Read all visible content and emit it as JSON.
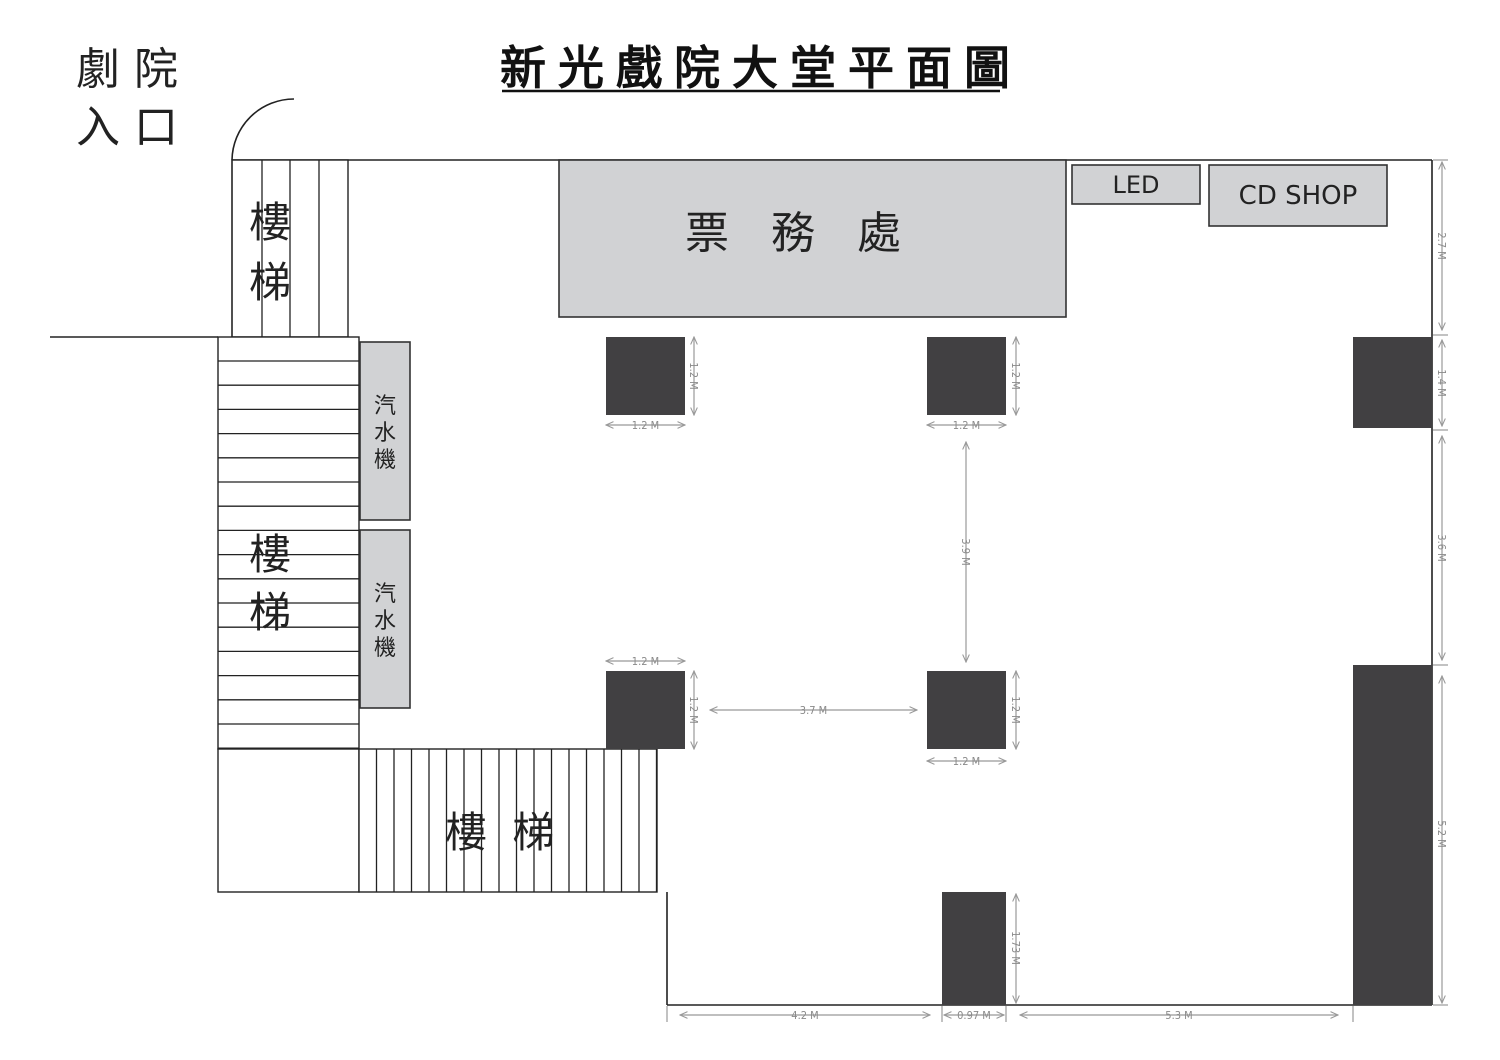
{
  "title": "新光戲院大堂平面圖",
  "entrance": {
    "line1": "劇 院",
    "line2": "入 口"
  },
  "stairs": {
    "top": {
      "char1": "樓",
      "char2": "梯"
    },
    "left": {
      "char1": "樓",
      "char2": "梯"
    },
    "bottom": {
      "label": "樓 梯"
    }
  },
  "facilities": {
    "ticket_office": "票 務 處",
    "led": "LED",
    "cd_shop": "CD SHOP",
    "vending_1": [
      "汽",
      "水",
      "機"
    ],
    "vending_2": [
      "汽",
      "水",
      "機"
    ]
  },
  "dimensions": {
    "p1_h": "1.2 M",
    "p1_w": "1.2 M",
    "p2_h": "1.2 M",
    "p2_w": "1.2 M",
    "p3_w": "1.2 M",
    "p3_h": "1.2 M",
    "p4_h": "1.2 M",
    "p4_w": "1.2 M",
    "gap_vertical": "3.9 M",
    "gap_horizontal": "3.7 M",
    "bottom_pillar_h": "1.73 M",
    "right_1": "2.7 M",
    "right_2": "1.4 M",
    "right_3": "3.6 M",
    "right_4": "5.2 M",
    "bottom_1": "4.2 M",
    "bottom_2": "0.97 M",
    "bottom_3": "5.3 M"
  },
  "colors": {
    "pillar": "#414042",
    "box": "#d1d2d4",
    "dimension": "#999999"
  }
}
